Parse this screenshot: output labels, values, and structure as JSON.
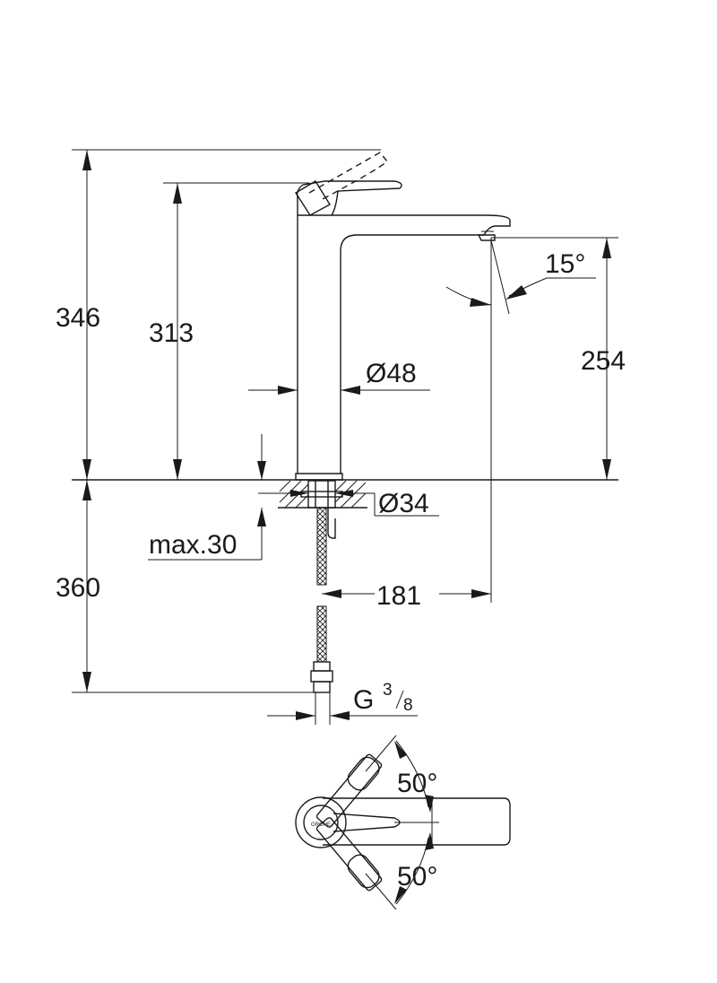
{
  "dimensions": {
    "overall_height": "346",
    "spout_height": "313",
    "outlet_height": "254",
    "below_deck_length": "360",
    "reach": "181",
    "body_diameter": "Ø48",
    "hole_diameter": "Ø34",
    "deck_thickness": "max.30",
    "spout_angle": "15°",
    "connection_prefix": "G",
    "connection_num": "3",
    "connection_den": "8",
    "lever_angle_left": "50°",
    "lever_angle_right": "50°"
  },
  "colors": {
    "line": "#1a1a1a",
    "background": "#ffffff"
  }
}
